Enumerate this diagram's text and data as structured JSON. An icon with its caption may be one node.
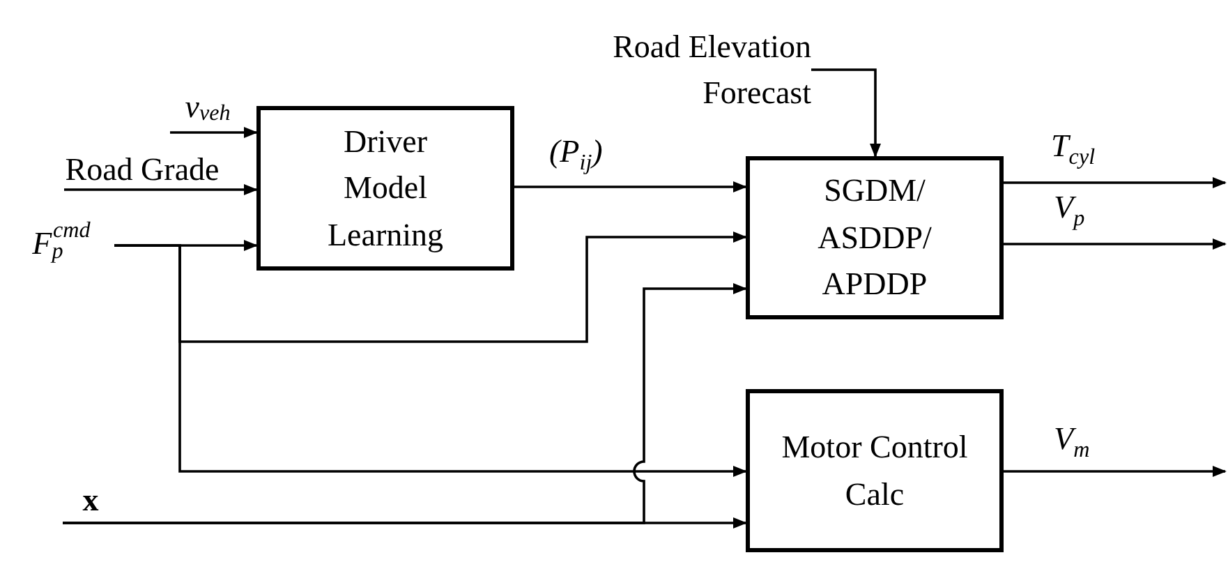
{
  "diagram": {
    "nodes": [
      {
        "text": [
          "Driver Model Learning"
        ]
      },
      {
        "text": [
          "SGDM/ ASDDP/ APDDP"
        ]
      },
      {
        "text": [
          "Motor Control Calc"
        ]
      },
      {
        "text": [
          "v$_{veh}$"
        ]
      },
      {
        "text": [
          "Road Grade"
        ]
      },
      {
        "text": [
          "F$_{p}$$^{cmd}$"
        ]
      },
      {
        "text": [
          "Road Elevation Forecast"
        ]
      },
      {
        "text": [
          "x"
        ]
      }
    ],
    "edges": [
      {
        "from": 3,
        "to": 0,
        "arrow": "to"
      },
      {
        "from": 4,
        "to": 0,
        "arrow": "to"
      },
      {
        "from": 5,
        "to": 0,
        "arrow": "to"
      },
      {
        "from": 0,
        "to": 1,
        "arrow": "to",
        "label": "(P$_{ij}$)"
      },
      {
        "from": 6,
        "to": 1,
        "arrow": "to"
      },
      {
        "from": 5,
        "to": 1,
        "arrow": "to"
      },
      {
        "from": 7,
        "to": 1,
        "arrow": "to"
      },
      {
        "from": 5,
        "to": 2,
        "arrow": "to"
      },
      {
        "from": 7,
        "to": 2,
        "arrow": "to"
      },
      {
        "from": 1,
        "to": null,
        "arrow": "to",
        "label": "T$_{cyl}$"
      },
      {
        "from": 1,
        "to": null,
        "arrow": "to",
        "label": "V$_{p}$"
      },
      {
        "from": 2,
        "to": null,
        "arrow": "to",
        "label": "V$_{m}$"
      }
    ]
  }
}
